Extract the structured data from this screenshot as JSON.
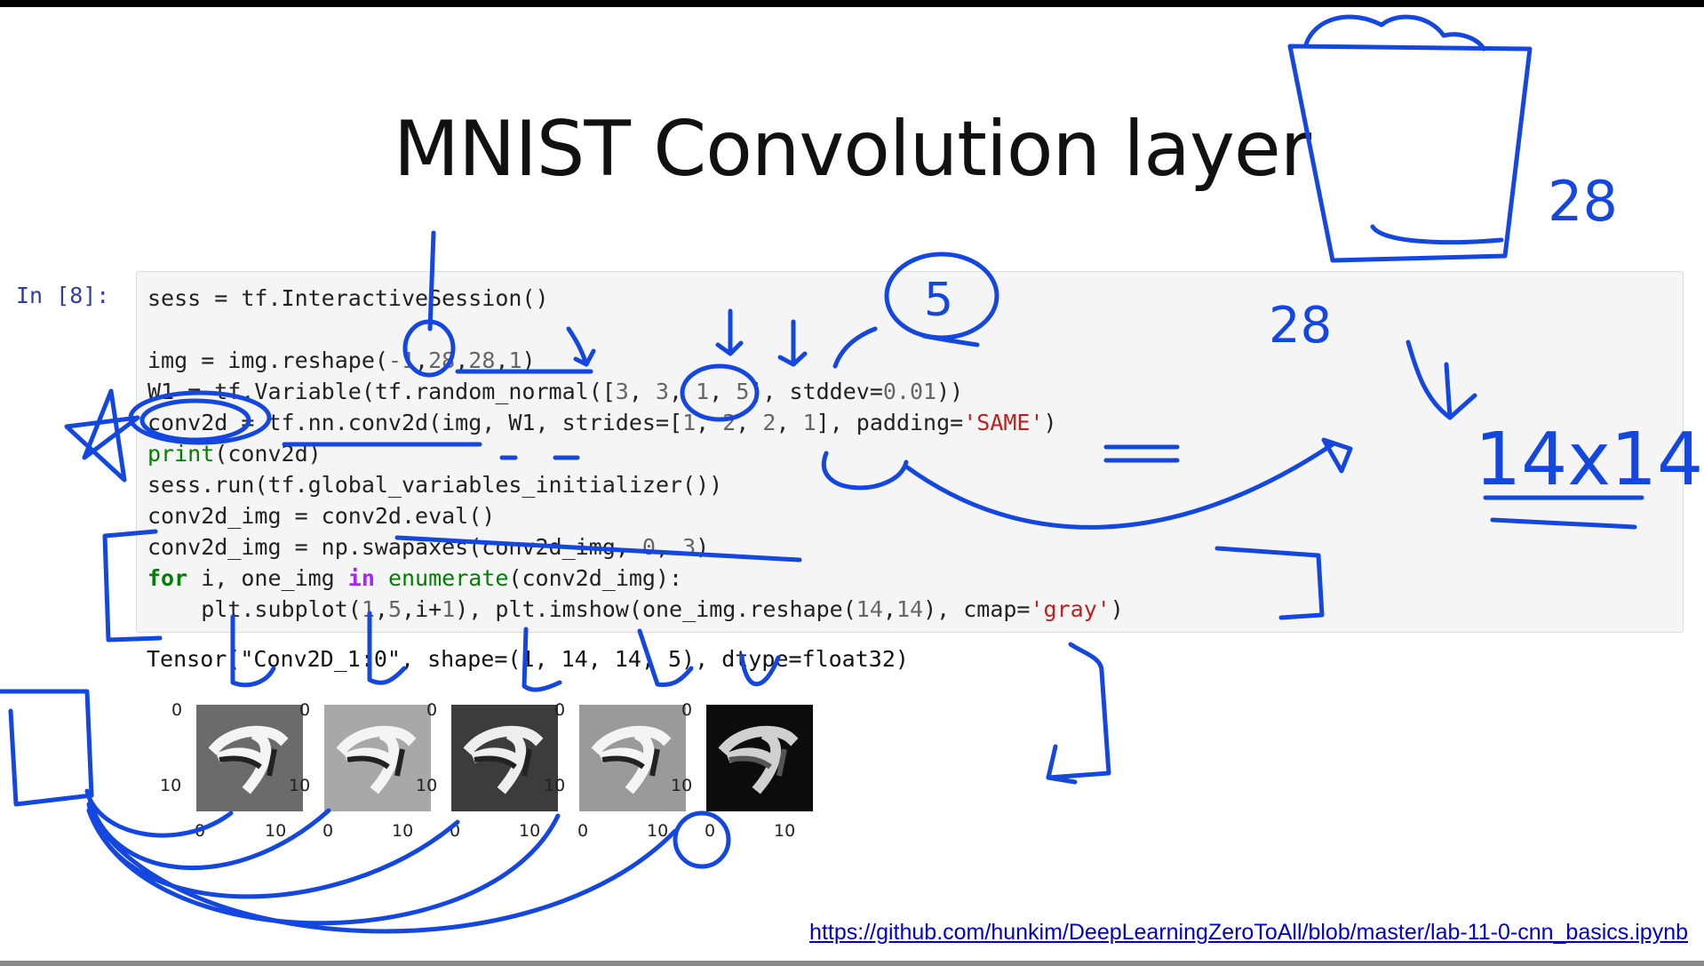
{
  "slide": {
    "title": "MNIST Convolution layer",
    "link_text": "https://github.com/hunkim/DeepLearningZeroToAll/blob/master/lab-11-0-cnn_basics.ipynb"
  },
  "cell": {
    "prompt": "In [8]:",
    "code": {
      "l1": "sess = tf.InteractiveSession()",
      "l3a": "img = img.reshape(",
      "l3b": "-1",
      "l3c": ",",
      "l3d": "28",
      "l3e": ",",
      "l3f": "28",
      "l3g": ",",
      "l3h": "1",
      "l3i": ")",
      "l4a": "W1 = tf.Variable(tf.random_normal([",
      "l4b": "3",
      "l4c": ", ",
      "l4d": "3",
      "l4e": ", ",
      "l4f": "1",
      "l4g": ", ",
      "l4h": "5",
      "l4i": "], stddev=",
      "l4j": "0.01",
      "l4k": "))",
      "l5a": "conv2d = tf.nn.conv2d(img, W1, strides=[",
      "l5b": "1",
      "l5c": ", ",
      "l5d": "2",
      "l5e": ", ",
      "l5f": "2",
      "l5g": ", ",
      "l5h": "1",
      "l5i": "], padding=",
      "l5j": "'SAME'",
      "l5k": ")",
      "l6a": "print",
      "l6b": "(conv2d)",
      "l7": "sess.run(tf.global_variables_initializer())",
      "l8": "conv2d_img = conv2d.eval()",
      "l9a": "conv2d_img = np.swapaxes(conv2d_img, ",
      "l9b": "0",
      "l9c": ", ",
      "l9d": "3",
      "l9e": ")",
      "l10a": "for",
      "l10b": " i, one_img ",
      "l10c": "in",
      "l10d": " ",
      "l10e": "enumerate",
      "l10f": "(conv2d_img):",
      "l11a": "    plt.subplot(",
      "l11b": "1",
      "l11c": ",",
      "l11d": "5",
      "l11e": ",i+",
      "l11f": "1",
      "l11g": "), plt.imshow(one_img.reshape(",
      "l11h": "14",
      "l11i": ",",
      "l11j": "14",
      "l11k": "), cmap=",
      "l11l": "'gray'",
      "l11m": ")"
    },
    "output": "Tensor(\"Conv2D_1:0\", shape=(1, 14, 14, 5), dtype=float32)"
  },
  "subplots": {
    "count": 5,
    "ticks": {
      "zero": "0",
      "ten": "10"
    },
    "backgrounds": [
      "#6b6b6b",
      "#a8a8a8",
      "#3c3c3c",
      "#9a9a9a",
      "#0c0c0c"
    ]
  },
  "annotations": {
    "n28_top": "28",
    "n28_mid": "28",
    "n5": "5",
    "n14x14": "14x14",
    "ink_color": "#1446e0"
  }
}
